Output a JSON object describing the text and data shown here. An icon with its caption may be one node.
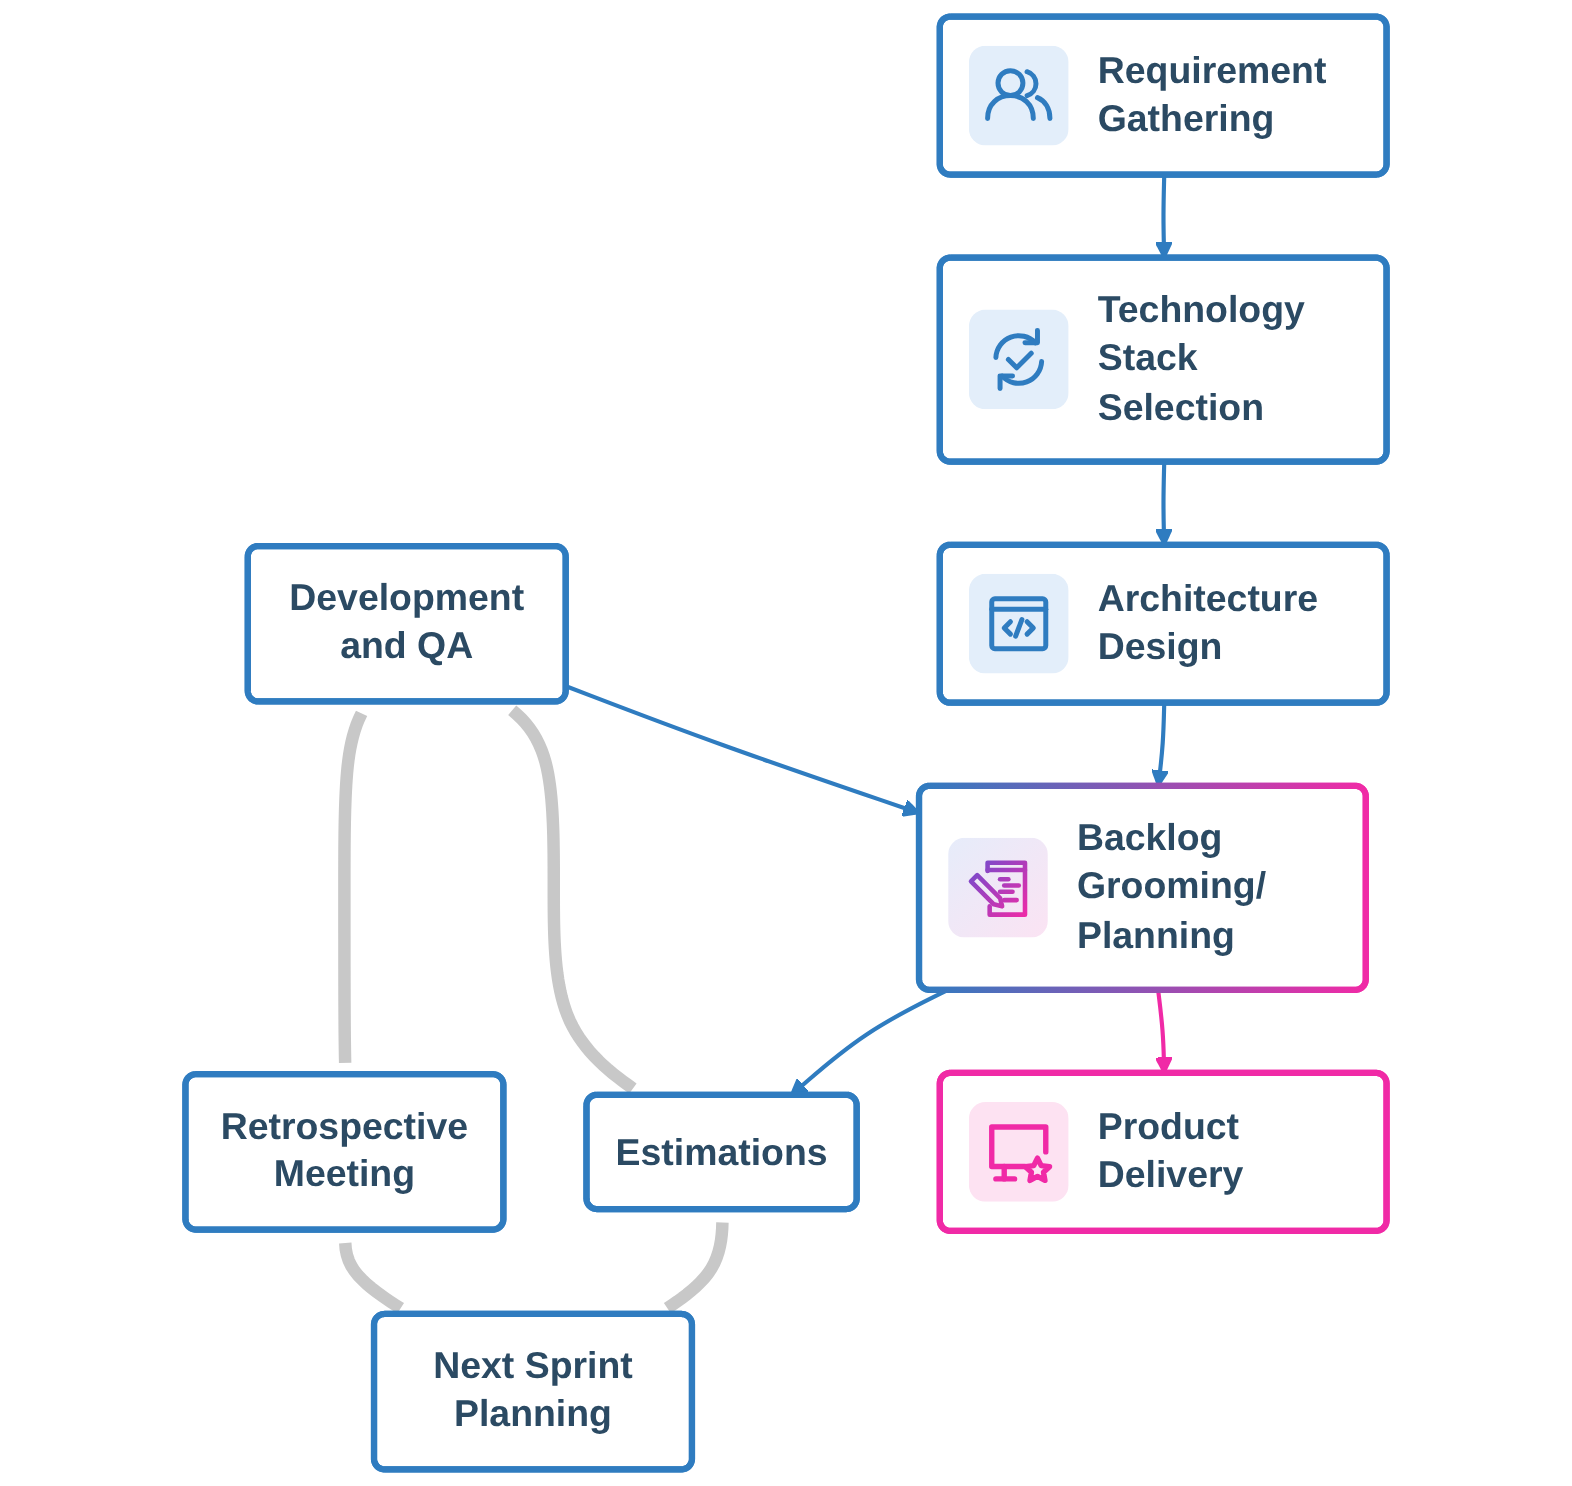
{
  "diagram": {
    "nodes": [
      {
        "text": [
          "Requirement Gathering"
        ]
      },
      {
        "text": [
          "Technology Stack Selection"
        ]
      },
      {
        "text": [
          "Next Sprint Planning"
        ]
      },
      {
        "text": [
          "Retrospective Meeting"
        ]
      },
      {
        "text": [
          "Estimations"
        ]
      },
      {
        "text": [
          "Development and QA"
        ]
      },
      {
        "text": [
          "Architecture Design"
        ]
      },
      {
        "text": [
          "Backlog Grooming/ Planning"
        ]
      },
      {
        "text": [
          "Product Delivery"
        ]
      }
    ],
    "edges": [
      {
        "from": 0,
        "to": 1,
        "arrow": "to"
      },
      {
        "from": 1,
        "to": 6,
        "arrow": "to"
      },
      {
        "from": 6,
        "to": 7,
        "arrow": "to"
      },
      {
        "from": 7,
        "to": 4,
        "arrow": "to"
      },
      {
        "from": 5,
        "to": 7,
        "arrow": "to"
      },
      {
        "from": 7,
        "to": 8,
        "arrow": "to",
        "color": "#f02aa6"
      },
      {
        "from": 4,
        "to": 2,
        "arrow": "none",
        "style": "thick",
        "color": "#c8c8c8"
      },
      {
        "from": 3,
        "to": 2,
        "arrow": "none",
        "style": "thick",
        "color": "#c8c8c8"
      },
      {
        "from": 5,
        "to": 3,
        "arrow": "none",
        "style": "thick",
        "color": "#c8c8c8"
      },
      {
        "from": 5,
        "to": 4,
        "arrow": "none",
        "style": "thick",
        "color": "#c8c8c8"
      }
    ]
  }
}
